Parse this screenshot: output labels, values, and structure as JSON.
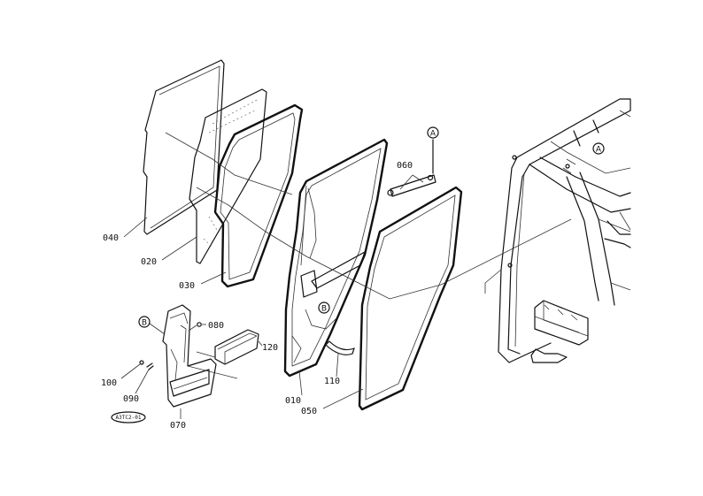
{
  "callouts": {
    "p010": "010",
    "p020": "020",
    "p030": "030",
    "p040": "040",
    "p050": "050",
    "p060": "060",
    "p070": "070",
    "p080": "080",
    "p090": "090",
    "p100": "100",
    "p110": "110",
    "p120": "120"
  },
  "markers": {
    "a": "A",
    "b": "B"
  },
  "reference_code": "A3TC2-01"
}
